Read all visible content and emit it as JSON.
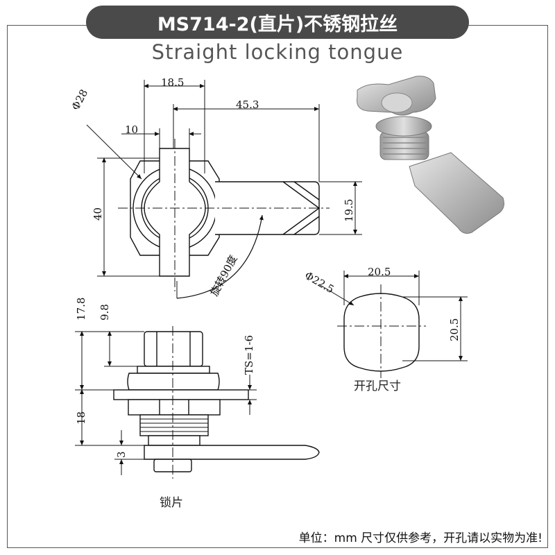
{
  "header": {
    "title": "MS714-2(直片)不锈钢拉丝",
    "subtitle": "Straight locking tongue"
  },
  "front_view": {
    "dim_width": "18.5",
    "dim_total": "45.3",
    "dim_diameter": "Φ28",
    "dim_knob": "10",
    "dim_height": "40",
    "dim_tongue": "19.5",
    "rotation_note": "旋转90度"
  },
  "side_view": {
    "dim_top_total": "17.8",
    "dim_knob_height": "9.8",
    "dim_ts": "TS=1-6",
    "dim_body": "18",
    "dim_tongue_thickness": "3",
    "label": "锁片"
  },
  "cutout_view": {
    "dim_diameter": "Φ22.5",
    "dim_width": "20.5",
    "dim_height": "20.5",
    "label": "开孔尺寸"
  },
  "footer": {
    "note": "单位：mm  尺寸仅供参考，开孔请以实物为准!"
  }
}
